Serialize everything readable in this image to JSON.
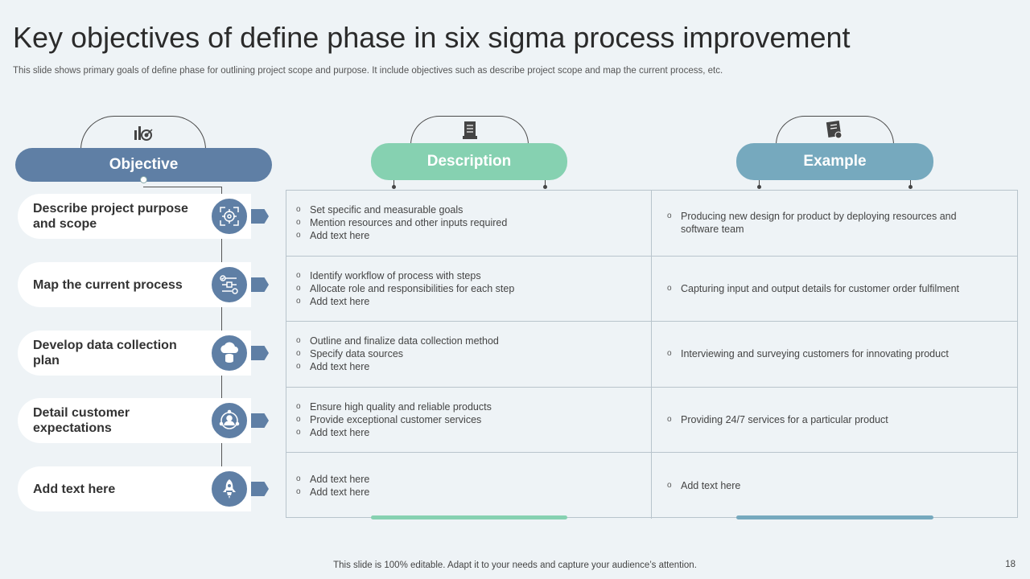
{
  "title": "Key objectives of define phase in six sigma process improvement",
  "subtitle": "This slide shows primary goals of define phase for outlining project scope and purpose. It include objectives such as describe project scope and map the current process, etc.",
  "headers": {
    "objective": "Objective",
    "description": "Description",
    "example": "Example"
  },
  "rows": [
    {
      "objective": "Describe project purpose and scope",
      "icon": "target-scope-icon",
      "description": [
        "Set specific and measurable goals",
        "Mention resources and other inputs required",
        "Add text here"
      ],
      "example": "Producing new design for product by deploying resources and software team"
    },
    {
      "objective": "Map the current process",
      "icon": "workflow-icon",
      "description": [
        "Identify workflow of process with steps",
        "Allocate role and responsibilities for each step",
        "Add text here"
      ],
      "example": "Capturing input and output details for customer order fulfilment"
    },
    {
      "objective": "Develop data collection plan",
      "icon": "cloud-database-icon",
      "description": [
        "Outline and finalize data collection method",
        "Specify data sources",
        "Add text here"
      ],
      "example": "Interviewing and surveying customers for innovating product"
    },
    {
      "objective": "Detail customer expectations",
      "icon": "customer-icon",
      "description": [
        "Ensure high quality and reliable products",
        "Provide exceptional customer services",
        "Add text here"
      ],
      "example": "Providing 24/7 services for a particular product"
    },
    {
      "objective": "Add text here",
      "icon": "rocket-icon",
      "description": [
        "Add text here",
        "Add text here"
      ],
      "example": "Add text here"
    }
  ],
  "bullet": "o",
  "footer": "This slide is 100% editable. Adapt it to your needs and capture your audience’s attention.",
  "page_number": "18",
  "colors": {
    "background": "#eef3f6",
    "objective": "#5f7fa5",
    "description": "#86d1b1",
    "example": "#76a9be"
  }
}
